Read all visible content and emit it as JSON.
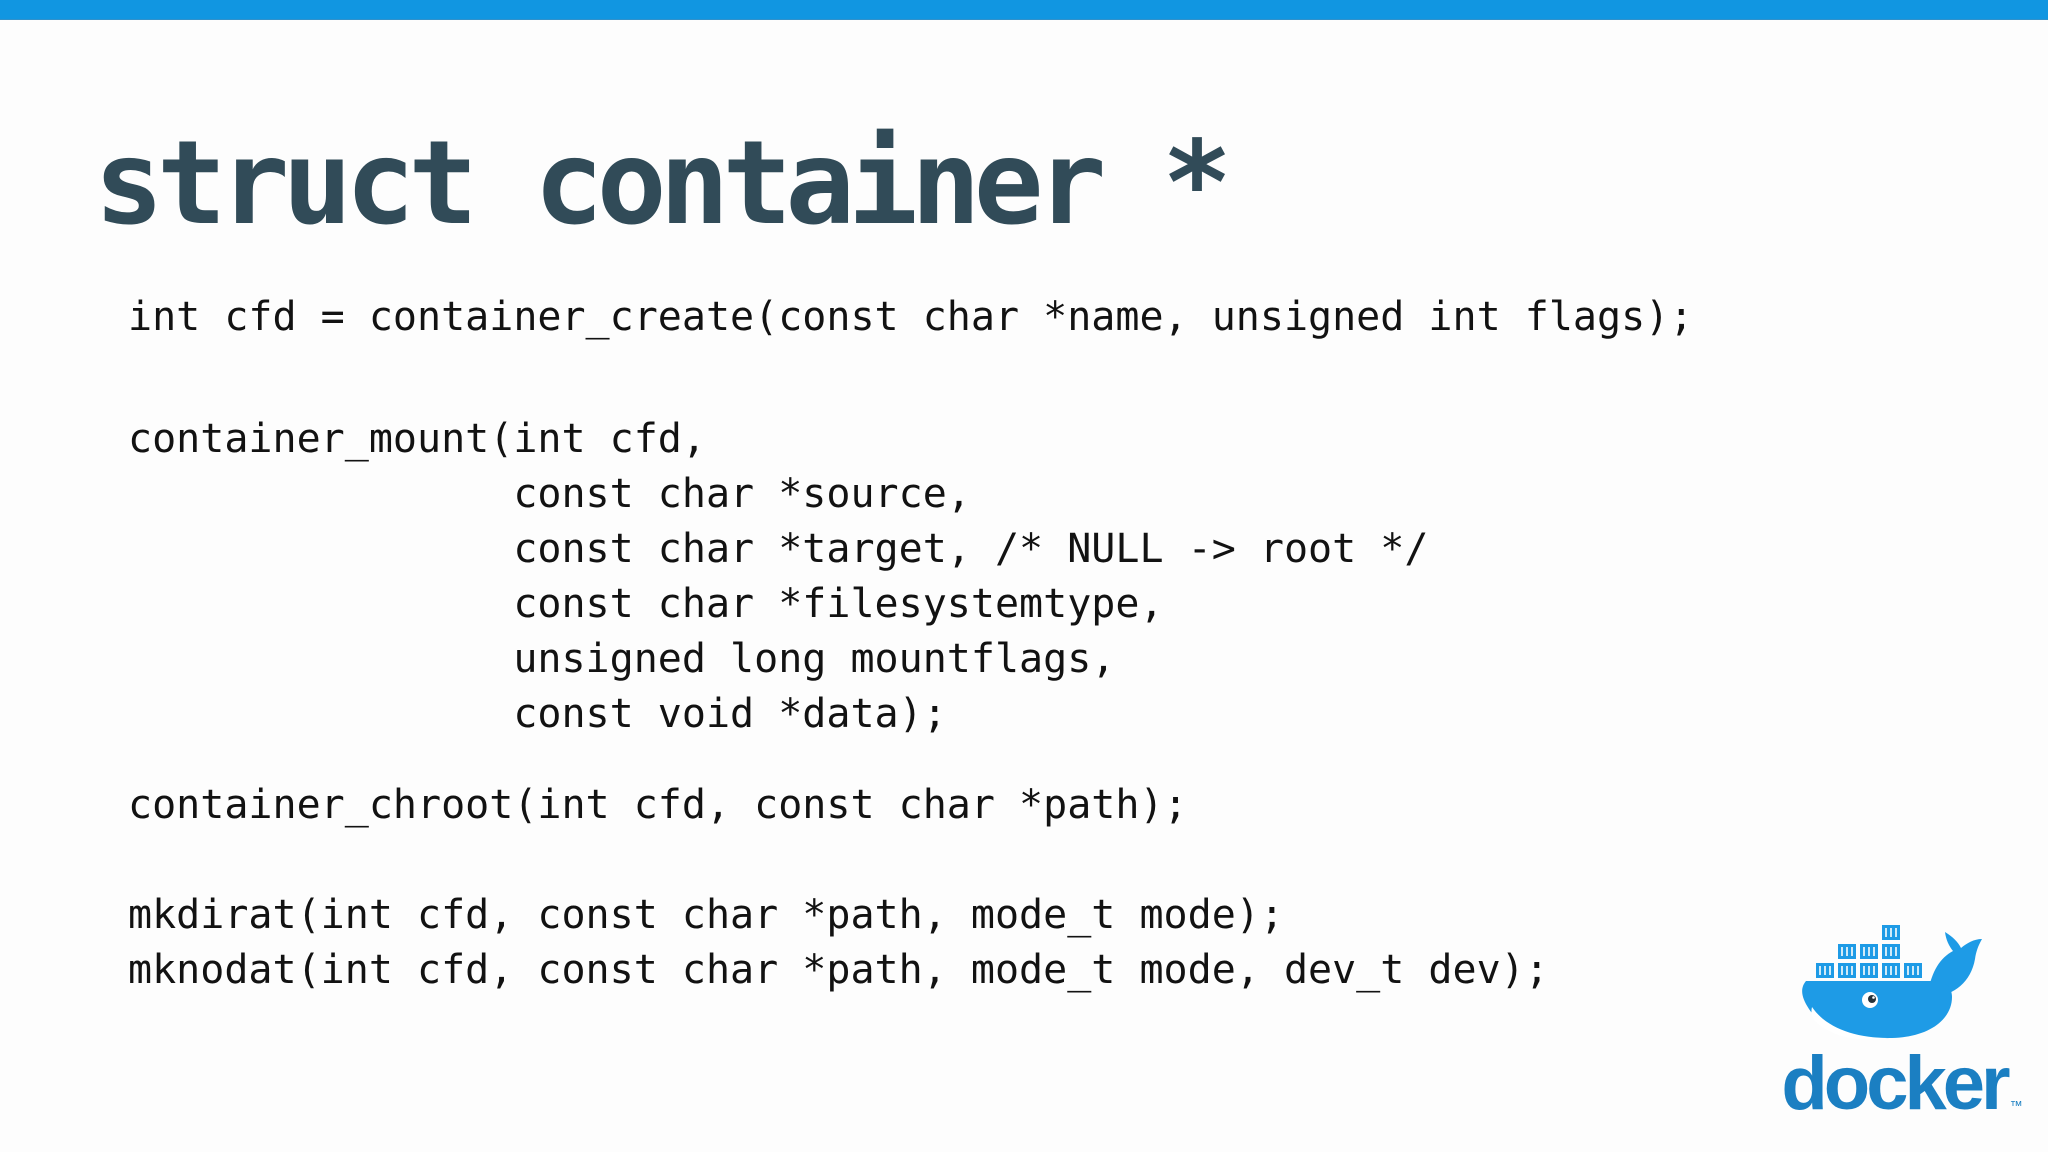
{
  "slide": {
    "title": "struct container *",
    "code_blocks": [
      {
        "lines": [
          "int cfd = container_create(const char *name, unsigned int flags);"
        ]
      },
      {
        "lines": [
          "container_mount(int cfd,",
          "                const char *source,",
          "                const char *target, /* NULL -> root */",
          "                const char *filesystemtype,",
          "                unsigned long mountflags,",
          "                const void *data);"
        ]
      },
      {
        "lines": [
          "container_chroot(int cfd, const char *path);"
        ]
      },
      {
        "lines": [
          "mkdirat(int cfd, const char *path, mode_t mode);",
          "mknodat(int cfd, const char *path, mode_t mode, dev_t dev);"
        ]
      }
    ],
    "logo": {
      "wordmark": "docker",
      "trademark": "™"
    },
    "colors": {
      "background": "#fdfdfd",
      "top_bar": "#1196e1",
      "title": "#314b58",
      "code": "#121212",
      "whale": "#1e9be6",
      "wordmark": "#1b7fc2"
    }
  }
}
